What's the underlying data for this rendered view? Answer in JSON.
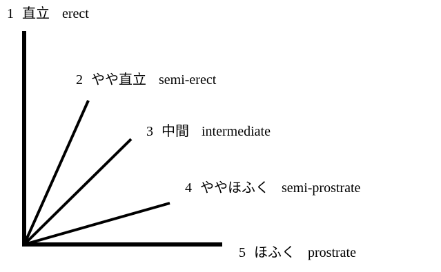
{
  "colors": {
    "line": "#000000",
    "background": "#ffffff"
  },
  "labels": [
    {
      "number": "1",
      "japanese": "直立",
      "english": "erect"
    },
    {
      "number": "2",
      "japanese": "やや直立",
      "english": "semi-erect"
    },
    {
      "number": "3",
      "japanese": "中間",
      "english": "intermediate"
    },
    {
      "number": "4",
      "japanese": "ややほふく",
      "english": "semi-prostrate"
    },
    {
      "number": "5",
      "japanese": "ほふく",
      "english": "prostrate"
    }
  ]
}
